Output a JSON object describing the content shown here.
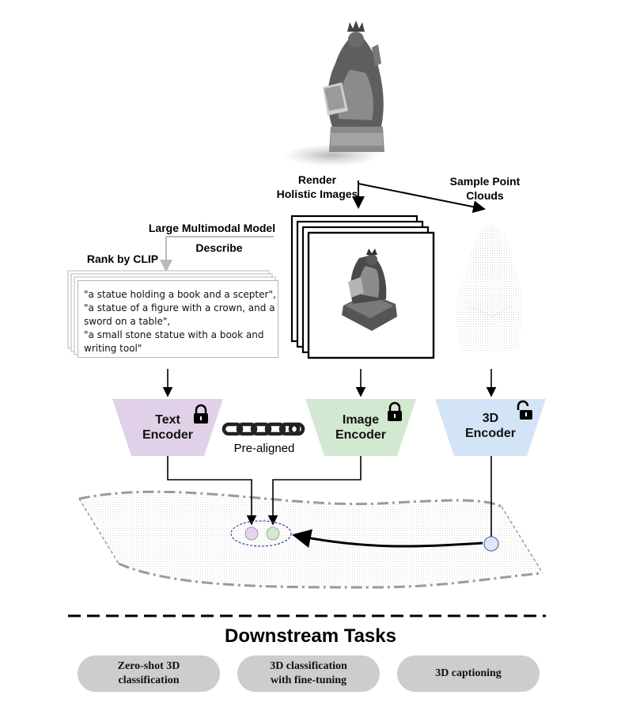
{
  "labels": {
    "render": "Render\nHolistic Images",
    "sample": "Sample Point\nClouds",
    "lmm": "Large Multimodal Model",
    "describe": "Describe",
    "rank": "Rank by CLIP",
    "pre_aligned": "Pre-aligned"
  },
  "captions": "\"a statue holding a book and a scepter\",\n\"a statue of a figure with a crown, and a sword on a table\",\n\"a small stone statue with a book and writing tool\"",
  "encoders": {
    "text": "Text\nEncoder",
    "image": "Image\nEncoder",
    "three_d": "3D\nEncoder"
  },
  "downstream": {
    "title": "Downstream Tasks",
    "tasks": [
      "Zero-shot 3D\nclassification",
      "3D classification\nwith fine-tuning",
      "3D captioning"
    ]
  },
  "colors": {
    "text_encoder": "#e1d1e8",
    "image_encoder": "#d3e8d0",
    "three_d_encoder": "#d4e4f7",
    "task_pill": "#cdcdcd"
  },
  "icons": {
    "text_lock": "lock-closed-icon",
    "image_lock": "lock-closed-icon",
    "three_d_lock": "lock-open-icon"
  }
}
